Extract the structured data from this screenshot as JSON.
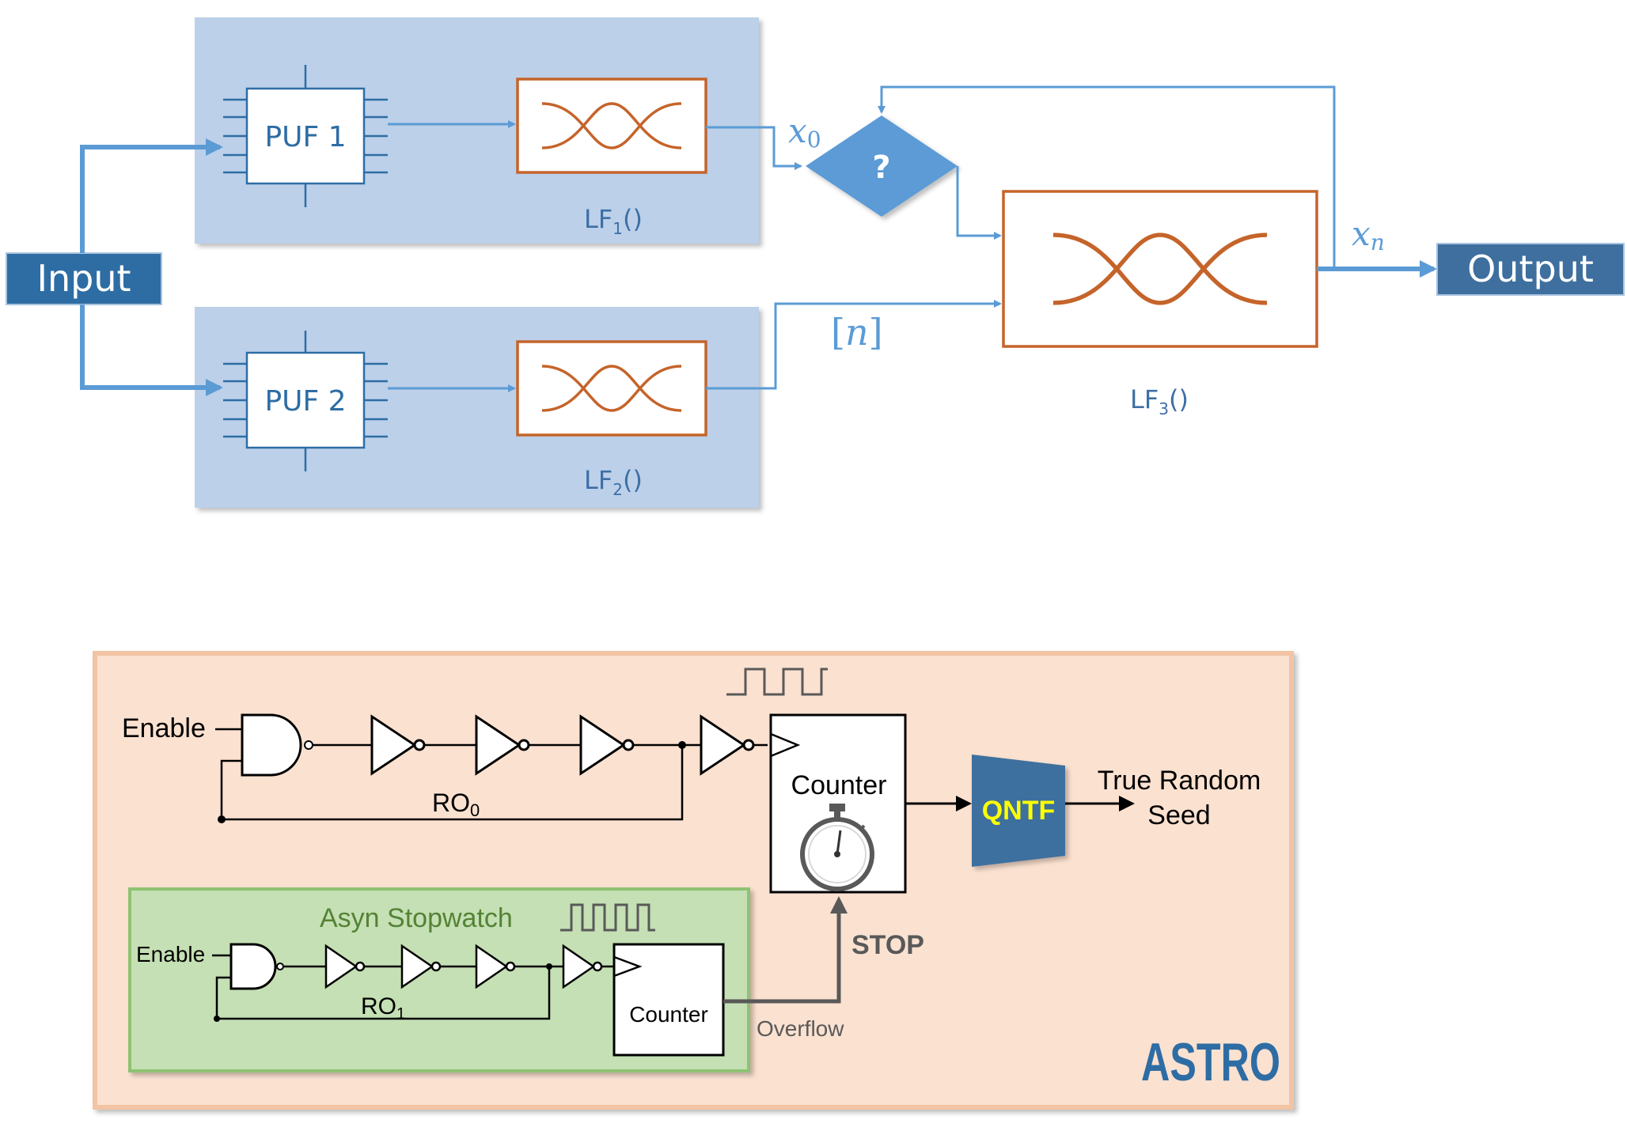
{
  "top": {
    "input_label": "Input",
    "output_label": "Output",
    "puf1_label": "PUF 1",
    "puf2_label": "PUF 2",
    "lf1_name": "LF",
    "lf1_sub": "1",
    "lf2_name": "LF",
    "lf2_sub": "2",
    "lf3_name": "LF",
    "lf3_sub": "3",
    "fn_suffix": "()",
    "decision_symbol": "?",
    "x0_var": "x",
    "x0_sub": "0",
    "xn_var": "x",
    "xn_sub": "n",
    "n_open": "[",
    "n_var": "n",
    "n_close": "]"
  },
  "bottom": {
    "enable_main": "Enable",
    "ro0_name": "RO",
    "ro0_sub": "0",
    "counter_main": "Counter",
    "qntf_label": "QNTF",
    "seed_line1": "True Random",
    "seed_line2": "Seed",
    "stopwatch_title": "Asyn Stopwatch",
    "enable_inner": "Enable",
    "ro1_name": "RO",
    "ro1_sub": "1",
    "counter_inner": "Counter",
    "overflow_label": "Overflow",
    "stop_label": "STOP",
    "brand": "ASTRO"
  },
  "colors": {
    "panel_blue": "#bcd0e9",
    "line_blue": "#5b9bd5",
    "box_blue": "#2e6da4",
    "output_blue": "#3e6f9e",
    "lf_orange": "#c5642a",
    "text_blue": "#3d6fa6",
    "peach_bg": "#fbe1d0",
    "peach_border": "#f2c3a4",
    "green_bg": "#c5e0b4",
    "green_border": "#8fc272",
    "green_text": "#548235",
    "qntf_fill": "#3e6f9e",
    "qntf_text": "#ffff00",
    "astro": "#2e6da4"
  }
}
